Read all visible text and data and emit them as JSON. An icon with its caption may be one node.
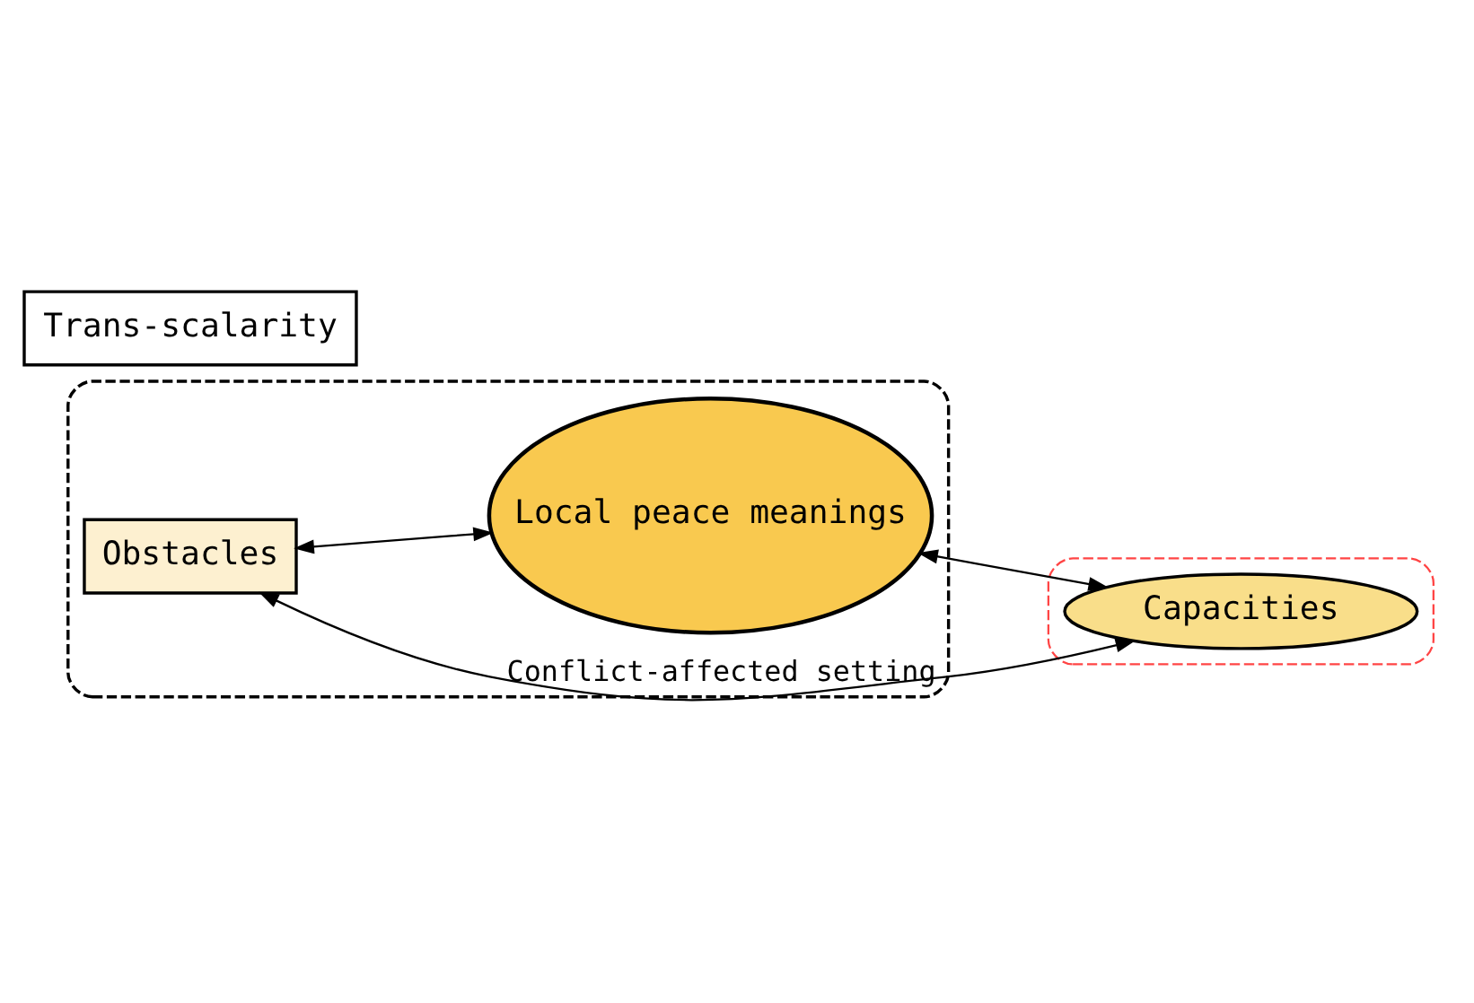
{
  "diagram": {
    "nodes": [
      {
        "text": [
          "Conflict-affected setting"
        ]
      },
      {
        "text": [
          "Trans-scalarity"
        ]
      },
      {
        "text": [
          "Local peace meanings"
        ],
        "in": 0
      },
      {
        "text": [
          "Obstacles"
        ],
        "in": 0
      },
      {
        "text": [],
        "shape": "box"
      },
      {
        "text": [
          "Capacities"
        ],
        "in": 4
      }
    ],
    "edges": [
      {
        "from": 3,
        "to": 2,
        "arrow": "both"
      },
      {
        "from": 3,
        "to": 5,
        "arrow": "both"
      },
      {
        "from": 2,
        "to": 5,
        "arrow": "both"
      }
    ]
  }
}
